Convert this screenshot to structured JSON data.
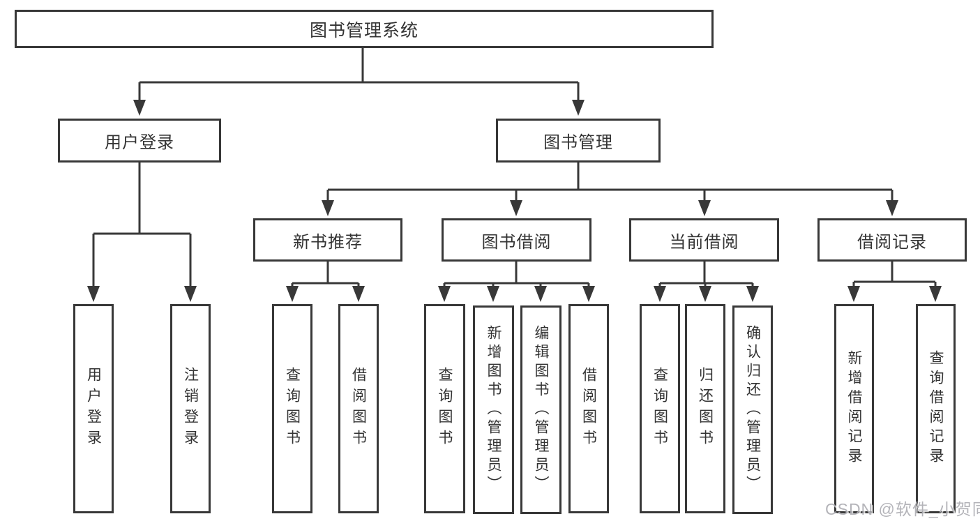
{
  "root": {
    "label": "图书管理系统"
  },
  "branches": [
    {
      "label": "用户登录",
      "leaves": [
        {
          "label": "用户登录"
        },
        {
          "label": "注销登录"
        }
      ]
    },
    {
      "label": "图书管理",
      "sections": [
        {
          "label": "新书推荐",
          "leaves": [
            {
              "label": "查询图书"
            },
            {
              "label": "借阅图书"
            }
          ]
        },
        {
          "label": "图书借阅",
          "leaves": [
            {
              "label": "查询图书"
            },
            {
              "label": "新增图书（管理员）"
            },
            {
              "label": "编辑图书（管理员）"
            },
            {
              "label": "借阅图书"
            }
          ]
        },
        {
          "label": "当前借阅",
          "leaves": [
            {
              "label": "查询图书"
            },
            {
              "label": "归还图书"
            },
            {
              "label": "确认归还（管理员）"
            }
          ]
        },
        {
          "label": "借阅记录",
          "leaves": [
            {
              "label": "新增借阅记录"
            },
            {
              "label": "查询借阅记录"
            }
          ]
        }
      ]
    }
  ],
  "watermark": {
    "text": "CSDN @软件_小贺同学"
  },
  "colors": {
    "line": "#383838",
    "box_border": "#383838",
    "box_background": "#ffffff",
    "text": "#333333",
    "watermark": "#aeaeb4"
  }
}
